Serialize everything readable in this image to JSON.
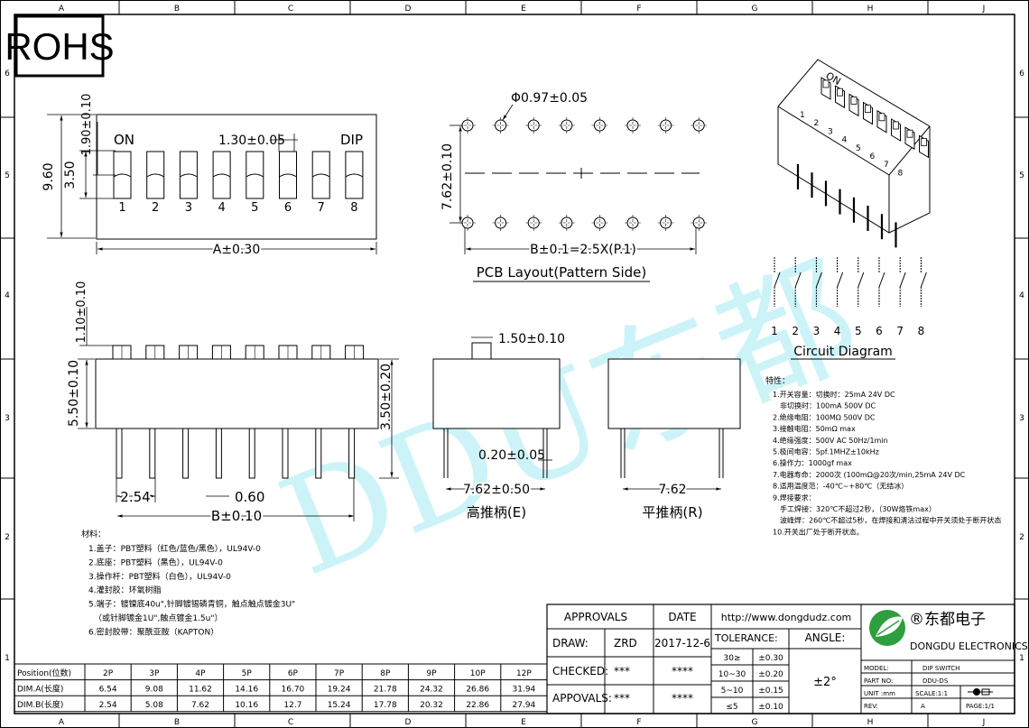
{
  "logo_text": "ROHS",
  "grid": {
    "cols": [
      "A",
      "B",
      "C",
      "D",
      "E",
      "F",
      "G",
      "H",
      "J"
    ],
    "rows": [
      "6",
      "5",
      "4",
      "3",
      "2",
      "1"
    ]
  },
  "top_view": {
    "on_label": "ON",
    "dip_label": "DIP",
    "pitch_dim": "1.30±0.05",
    "dim_a": "A±0.30",
    "dim_960": "9.60",
    "dim_350": "3.50",
    "dim_190": "1.90±0.10",
    "numbers": [
      "1",
      "2",
      "3",
      "4",
      "5",
      "6",
      "7",
      "8"
    ]
  },
  "pcb": {
    "hole_dim": "Φ0.97±0.05",
    "row_dim": "7.62±0.10",
    "b_dim": "B±0.1=2.5X(P.1)",
    "title": "PCB Layout(Pattern Side)"
  },
  "front_view": {
    "dim_110": "1.10±0.10",
    "dim_550": "5.50±0.10",
    "dim_254": "2.54",
    "dim_060": "0.60",
    "dim_b": "B±0.10"
  },
  "side_e": {
    "dim_150": "1.50±0.10",
    "dim_350": "3.50±0.20",
    "dim_020": "0.20±0.05",
    "dim_762": "7.62±0.50",
    "label": "高推柄(E)"
  },
  "side_r": {
    "dim_762": "7.62",
    "label": "平推柄(R)"
  },
  "iso_view": {
    "on": "ON",
    "numbers": [
      "1",
      "2",
      "3",
      "4",
      "5",
      "6",
      "7",
      "8"
    ]
  },
  "circuit": {
    "numbers": [
      "1",
      "2",
      "3",
      "4",
      "5",
      "6",
      "7",
      "8"
    ],
    "title": "Circuit Diagram"
  },
  "specs": {
    "heading": "特性：",
    "lines": [
      "1.开关容量：切换时：25mA 24V DC",
      "非切换时：100mA 500V DC",
      "2.绝缘电阻：100MΩ 500V DC",
      "3.接触电阻：50mΩ max",
      "4.绝缘强度：500V AC 50Hz/1min",
      "5.极间电容：5pf.1MHZ±10kHz",
      "6.操作力：1000gf max",
      "7.电器寿命：2000次 (100mΩ@20次/min,25mA 24V DC",
      "8.适用温度范：-40℃~+80℃（无结冰）",
      "9.焊接要求：",
      "手工焊接：320℃不超过2秒，（30W烙铁max）",
      "波峰焊：260℃不超过5秒，在焊接和清洁过程中开关须处于断开状态",
      "10.开关出厂处于断开状态。"
    ]
  },
  "materials": {
    "heading": "材料：",
    "lines": [
      "1.盖子：PBT塑料（红色/蓝色/黑色），UL94V-0",
      "2.底座：PBT塑料（黑色），UL94V-0",
      "3.操作杆：PBT塑料（白色），UL94V-0",
      "4.灌封胶：环氧树脂",
      "5.端子：镀镍底40u\",针脚镀锡磷青铜，触点触点镀金3U\"",
      "（或针脚镀金1U\",触点镀金1.5u\"）",
      "6.密封胶带：聚酰亚胺（KAPTON）"
    ]
  },
  "dim_table": {
    "headers": [
      "Position(位数)",
      "2P",
      "3P",
      "4P",
      "5P",
      "6P",
      "7P",
      "8P",
      "9P",
      "10P",
      "12P"
    ],
    "rows": [
      [
        "DIM.A(长度)",
        "6.54",
        "9.08",
        "11.62",
        "14.16",
        "16.70",
        "19.24",
        "21.78",
        "24.32",
        "26.86",
        "31.94"
      ],
      [
        "DIM.B(长度)",
        "2.54",
        "5.08",
        "7.62",
        "10.16",
        "12.7",
        "15.24",
        "17.78",
        "20.32",
        "22.86",
        "27.94"
      ]
    ]
  },
  "approvals": {
    "header_approvals": "APPROVALS",
    "header_date": "DATE",
    "rows": [
      {
        "label": "DRAW:",
        "name": "ZRD",
        "date": "2017-12-6"
      },
      {
        "label": "CHECKED:",
        "name": "***",
        "date": "****"
      },
      {
        "label": "APPOVALS:",
        "name": "***",
        "date": "****"
      }
    ]
  },
  "company": {
    "url": "http://www.dongdudz.com",
    "name_cn": "®东都电子",
    "name_en": "DONGDU ELECTRONICS"
  },
  "tolerance": {
    "label": "TOLERANCE:",
    "angle_label": "ANGLE:",
    "angle_value": "±2°",
    "rows": [
      [
        "30≥",
        "±0.30"
      ],
      [
        "10~30",
        "±0.20"
      ],
      [
        "5~10",
        "±0.15"
      ],
      [
        "≤5",
        "±0.10"
      ]
    ]
  },
  "title_block": {
    "model_label": "MODEL:",
    "model": "DIP SWITCH",
    "part_label": "PART NO:",
    "part": "DDU-DS",
    "unit_label": "UNIT :mm",
    "scale": "SCALE:1:1",
    "rev_label": "REV:",
    "rev": "A",
    "page": "PAGE:1/1"
  },
  "watermark": "DDU东都"
}
